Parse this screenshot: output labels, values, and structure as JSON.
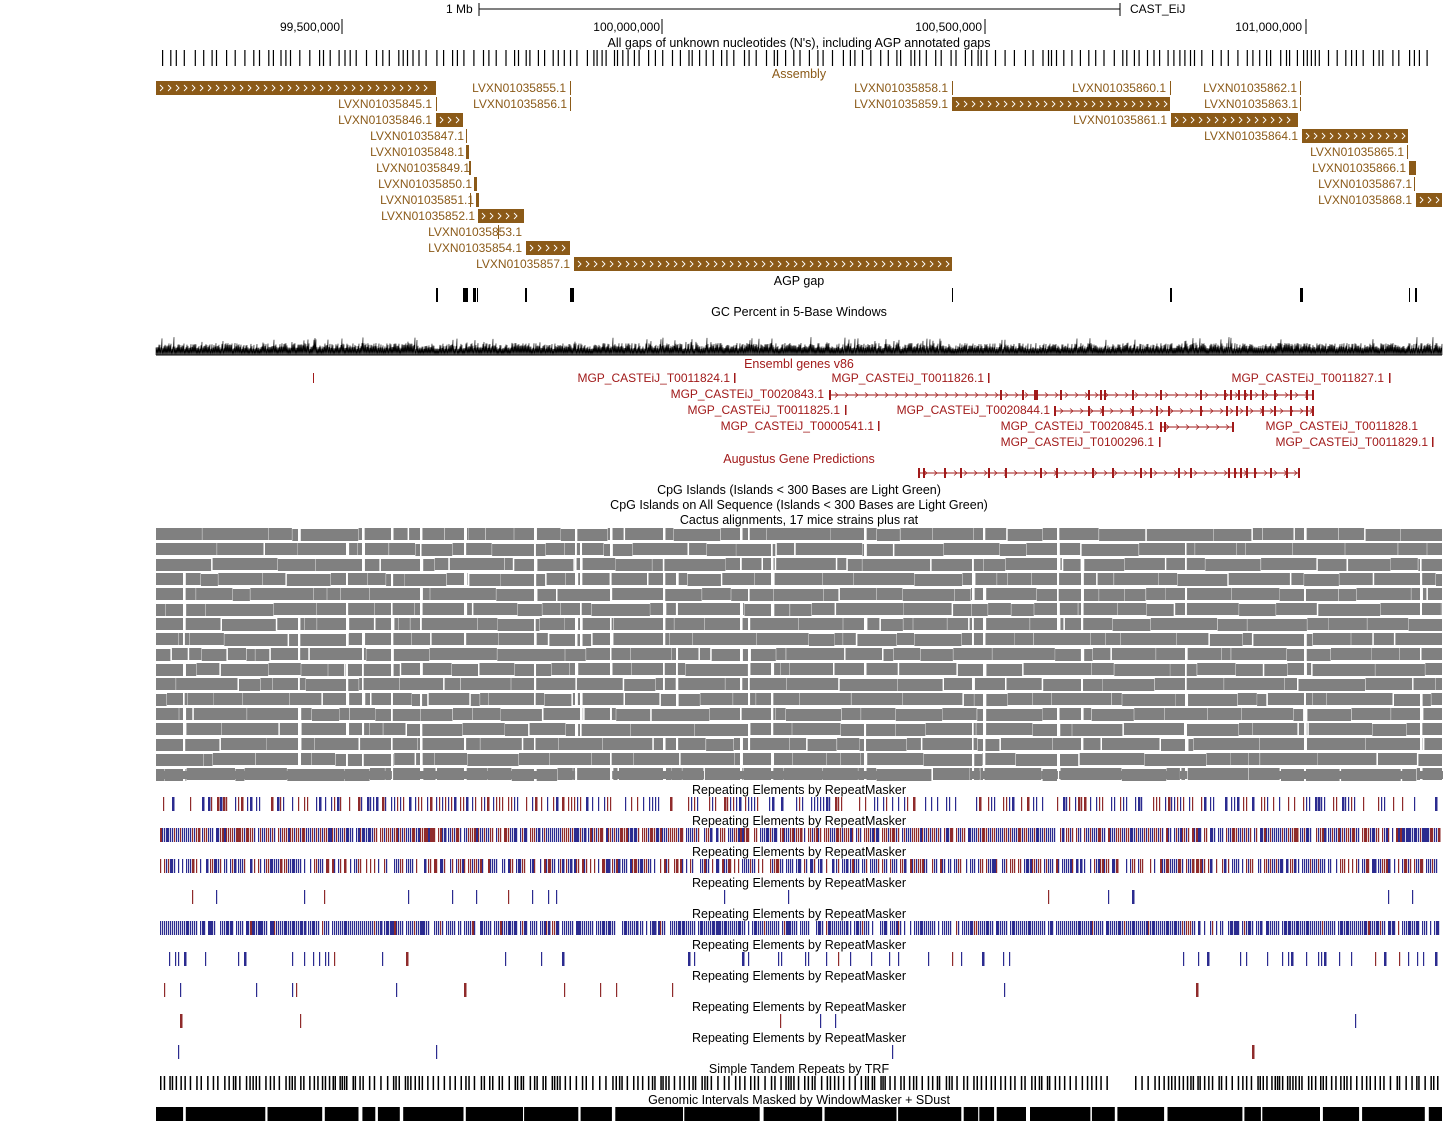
{
  "ruler": {
    "scale_label": "1 Mb",
    "assembly_label": "CAST_EiJ",
    "ticks": [
      "99,500,000",
      "100,000,000",
      "100,500,000",
      "101,000,000"
    ]
  },
  "tracks": {
    "gaps_title": "All gaps of unknown nucleotides (N's), including AGP annotated gaps",
    "assembly_title": "Assembly",
    "agp_gap_title": "AGP gap",
    "gc_title": "GC Percent in 5-Base Windows",
    "ensembl_title": "Ensembl genes v86",
    "augustus_title": "Augustus Gene Predictions",
    "cpg_title": "CpG Islands (Islands < 300 Bases are Light Green)",
    "cpg_all_title": "CpG Islands on All Sequence (Islands < 300 Bases are Light Green)",
    "cactus_title": "Cactus alignments, 17 mice strains plus rat",
    "repeat_title": "Repeating Elements by RepeatMasker",
    "trf_title": "Simple Tandem Repeats by TRF",
    "windowmasker_title": "Genomic Intervals Masked by WindowMasker + SDust"
  },
  "assembly_items": [
    "LVXN01035845.1",
    "LVXN01035846.1",
    "LVXN01035847.1",
    "LVXN01035848.1",
    "LVXN01035849.1",
    "LVXN01035850.1",
    "LVXN01035851.1",
    "LVXN01035852.1",
    "LVXN01035853.1",
    "LVXN01035854.1",
    "LVXN01035855.1",
    "LVXN01035856.1",
    "LVXN01035857.1",
    "LVXN01035858.1",
    "LVXN01035859.1",
    "LVXN01035860.1",
    "LVXN01035861.1",
    "LVXN01035862.1",
    "LVXN01035863.1",
    "LVXN01035864.1",
    "LVXN01035865.1",
    "LVXN01035866.1",
    "LVXN01035867.1",
    "LVXN01035868.1"
  ],
  "gene_items": [
    "MGP_CASTEiJ_T0011824.1",
    "MGP_CASTEiJ_T0011826.1",
    "MGP_CASTEiJ_T0011827.1",
    "MGP_CASTEiJ_T0020843.1",
    "MGP_CASTEiJ_T0011825.1",
    "MGP_CASTEiJ_T0020844.1",
    "MGP_CASTEiJ_T0000541.1",
    "MGP_CASTEiJ_T0020845.1",
    "MGP_CASTEiJ_T0011828.1",
    "MGP_CASTEiJ_T0100296.1",
    "MGP_CASTEiJ_T0011829.1"
  ],
  "colors": {
    "assembly": "#8b5a18",
    "gene": "#a11a1a",
    "cactus": "#808080",
    "repeat_blue": "#2b2b8f",
    "repeat_red": "#8f2b2b"
  }
}
